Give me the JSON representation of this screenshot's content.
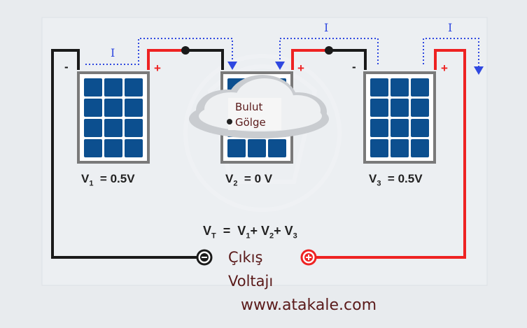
{
  "current_label": "I",
  "panels": [
    {
      "name": "V",
      "sub": "1",
      "value": "= 0.5V"
    },
    {
      "name": "V",
      "sub": "2",
      "value": "= 0 V"
    },
    {
      "name": "V",
      "sub": "3",
      "value": "= 0.5V"
    }
  ],
  "cloud": {
    "line1": "Bulut",
    "line2": "Gölge"
  },
  "total": {
    "lhs": "V",
    "lhs_sub": "T",
    "eq": "=",
    "t1": "V",
    "s1": "1",
    "plus": "+",
    "t2": "V",
    "s2": "2",
    "t3": "V",
    "s3": "3"
  },
  "output": {
    "line1": "Çıkış",
    "line2": "Voltajı"
  },
  "website": "www.atakale.com",
  "signs": {
    "minus": "-",
    "plus": "+"
  },
  "colors": {
    "negative_wire": "#1a1a1a",
    "positive_wire": "#ee2222",
    "current": "#2f48e0",
    "panel_cell": "#0c4f8f",
    "frame": "#7a7a7a",
    "text_brown": "#5a1a1a"
  }
}
